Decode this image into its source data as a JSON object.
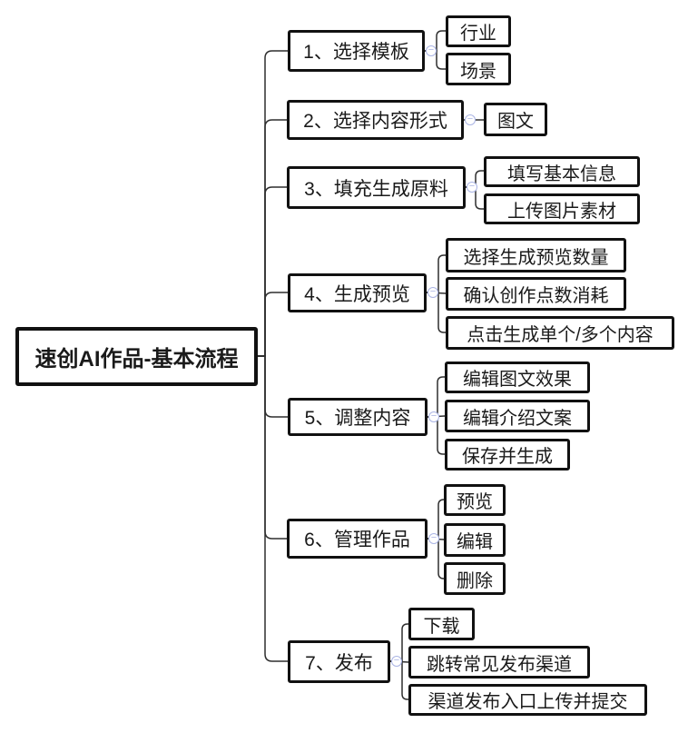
{
  "diagram": {
    "root": {
      "label": "速创AI作品-基本流程"
    },
    "branches": [
      {
        "label": "1、选择模板",
        "children": [
          {
            "label": "行业"
          },
          {
            "label": "场景"
          }
        ]
      },
      {
        "label": "2、选择内容形式",
        "children": [
          {
            "label": "图文"
          }
        ]
      },
      {
        "label": "3、填充生成原料",
        "children": [
          {
            "label": "填写基本信息"
          },
          {
            "label": "上传图片素材"
          }
        ]
      },
      {
        "label": "4、生成预览",
        "children": [
          {
            "label": "选择生成预览数量"
          },
          {
            "label": "确认创作点数消耗"
          },
          {
            "label": "点击生成单个/多个内容"
          }
        ]
      },
      {
        "label": "5、调整内容",
        "children": [
          {
            "label": "编辑图文效果"
          },
          {
            "label": "编辑介绍文案"
          },
          {
            "label": "保存并生成"
          }
        ]
      },
      {
        "label": "6、管理作品",
        "children": [
          {
            "label": "预览"
          },
          {
            "label": "编辑"
          },
          {
            "label": "删除"
          }
        ]
      },
      {
        "label": "7、发布",
        "children": [
          {
            "label": "下载"
          },
          {
            "label": "跳转常见发布渠道"
          },
          {
            "label": "渠道发布入口上传并提交"
          }
        ]
      }
    ],
    "collapse_glyph": "−",
    "colors": {
      "background": "#ffffff",
      "node_border": "#111111",
      "text": "#1a1a1a",
      "connector": "#2e2e2e",
      "collapse_accent": "#aab4e4"
    }
  }
}
